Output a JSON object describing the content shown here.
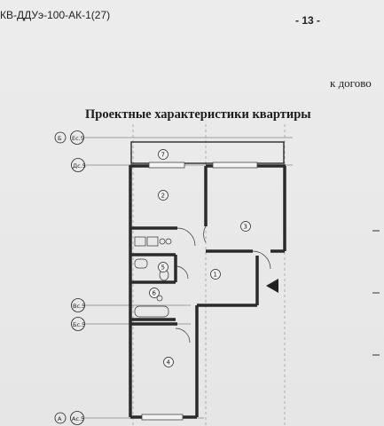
{
  "header": {
    "doc_code": "КВ-ДДУэ-100-АК-1(27)",
    "page_number": "- 13 -",
    "contract_ref": "к догово"
  },
  "section_title": "Проектные характеристики  квартиры",
  "axes": {
    "b_top": "Б",
    "b_top_sub": "Ес.5",
    "d_top": "Дс.5",
    "v_mid": "Вс.5",
    "b_mid": "Бс.5",
    "a_bottom": "А",
    "a_bottom_sub": "Ас.5"
  },
  "rooms": [
    "7",
    "2",
    "3",
    "1",
    "5",
    "6",
    "4"
  ]
}
